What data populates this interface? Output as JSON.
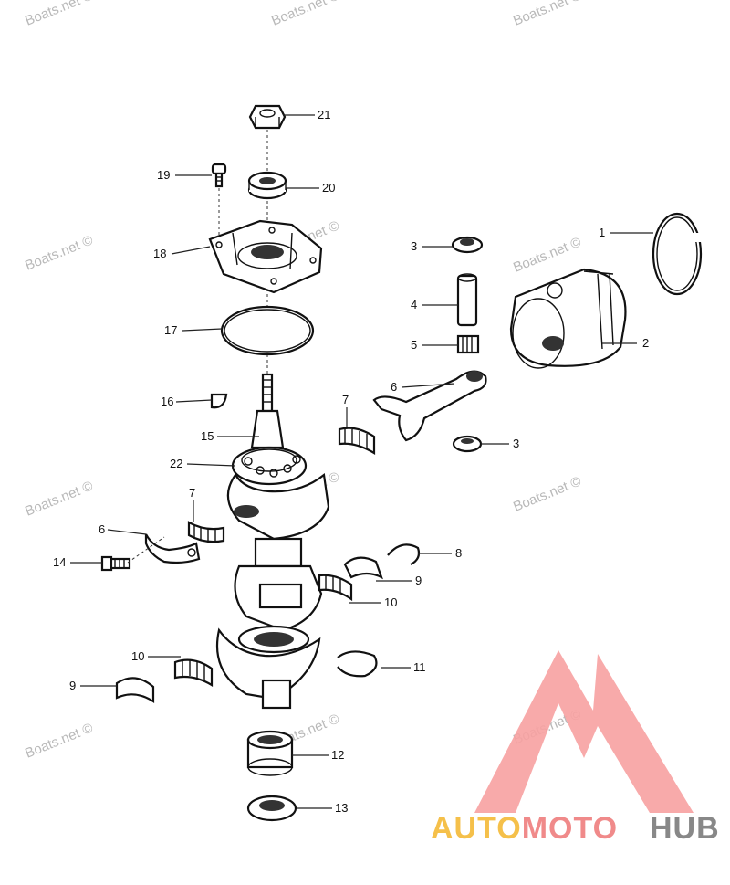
{
  "callouts": [
    "21",
    "20",
    "19",
    "18",
    "17",
    "16",
    "15",
    "22",
    "14",
    "7",
    "6",
    "3",
    "4",
    "5",
    "1",
    "2",
    "6",
    "7",
    "3",
    "8",
    "9",
    "10",
    "11",
    "10",
    "9",
    "12",
    "13"
  ],
  "watermark": "Boats.net ©",
  "logo": {
    "part1": "AUTOMOTO",
    "part2": "HUB",
    "color_primary": "#f7a1a1",
    "color_auto": "#f5c04a",
    "color_moto": "#f08a8a",
    "color_hub": "#888888"
  }
}
